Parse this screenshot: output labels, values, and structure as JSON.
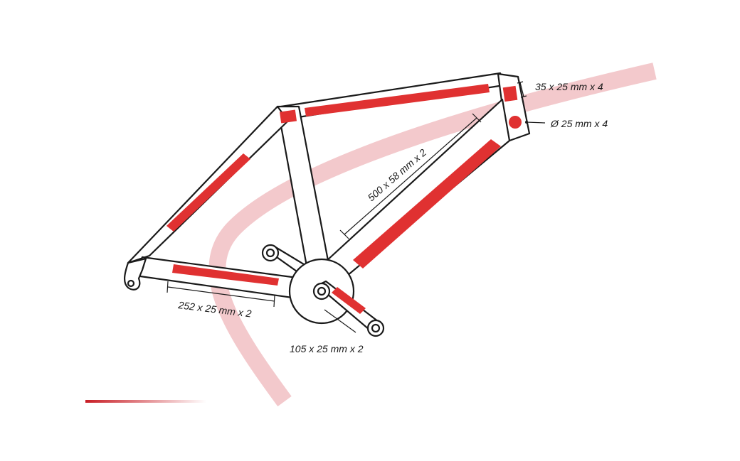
{
  "colors": {
    "accent": "#e03131",
    "frame_stroke": "#1a1a1a",
    "band": "#f2c4c7"
  },
  "labels": {
    "head_pad": {
      "size": "35 x 25 mm",
      "multiplier": "x 4"
    },
    "dot": {
      "size": "Ø 25 mm",
      "multiplier": "x 4"
    },
    "down_tube": {
      "size": "500 x 58 mm",
      "multiplier": "x 2"
    },
    "chainstay": {
      "size": "252 x 25 mm",
      "multiplier": "x 2"
    },
    "crank": {
      "size": "105 x 25 mm",
      "multiplier": "x 2"
    }
  }
}
